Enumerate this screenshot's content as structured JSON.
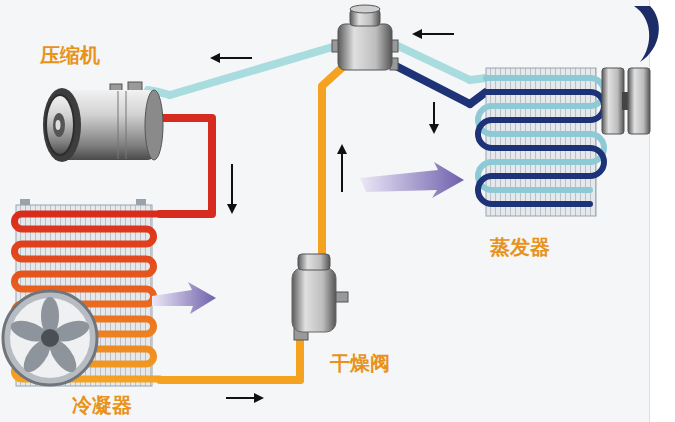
{
  "diagram": {
    "nodes": [
      {
        "text": [
          "压缩机"
        ]
      },
      {
        "text": [
          "蒸发器"
        ]
      },
      {
        "text": [
          "干燥阀"
        ]
      },
      {
        "text": [
          "冷凝器"
        ]
      }
    ],
    "edges": [
      {
        "from": 0,
        "to": 3,
        "arrow": "none"
      },
      {
        "from": 3,
        "to": 2,
        "arrow": "none"
      },
      {
        "from": 2,
        "to": 1,
        "arrow": "none"
      },
      {
        "from": 1,
        "to": 0,
        "arrow": "none"
      }
    ]
  }
}
